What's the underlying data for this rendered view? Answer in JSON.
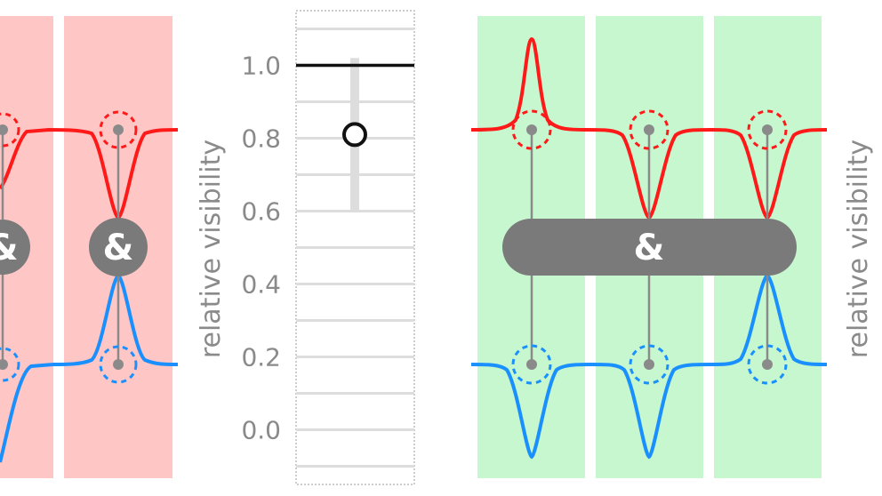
{
  "colors": {
    "red_band": "#ffc6c6",
    "green_band": "#c6f7cf",
    "red_curve": "#ff1a1a",
    "blue_curve": "#1a90ff",
    "gate": "#7a7a7a",
    "grid": "#dddddd",
    "marker": "#111111"
  },
  "left_panel": {
    "gates": [
      {
        "symbol": "&"
      },
      {
        "symbol": "&"
      }
    ],
    "axis_label": "relative visibility"
  },
  "visibility_chart": {
    "ticks": [
      "1.0",
      "0.8",
      "0.6",
      "0.4",
      "0.2",
      "0.0"
    ],
    "reference_line": 1.0,
    "point_value": 0.81,
    "error_low": 0.6,
    "error_high": 1.02,
    "ylim": [
      -0.15,
      1.15
    ]
  },
  "right_panel": {
    "gate": {
      "symbol": "&"
    },
    "axis_label": "relative visibility"
  }
}
